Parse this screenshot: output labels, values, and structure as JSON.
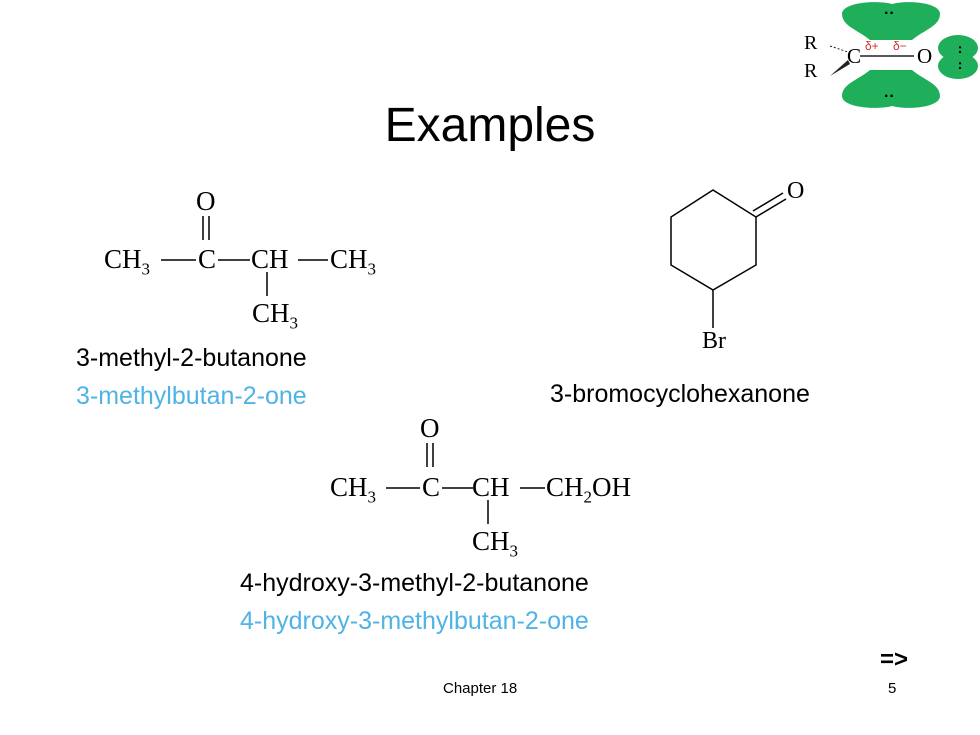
{
  "slide": {
    "title": "Examples",
    "footer_chapter": "Chapter 18",
    "page_number": "5",
    "next_arrow": "=>"
  },
  "carbonyl_icon": {
    "r1": "R",
    "r2": "R",
    "carbon": "C",
    "oxygen": "O",
    "delta_plus": "δ+",
    "delta_minus": "δ−",
    "lone_pair": "··",
    "orbital_color": "#1fae5a",
    "delta_color": "#d0302f"
  },
  "compound1": {
    "o_label": "O",
    "ch3_left": "CH",
    "c_center": "C",
    "ch_label": "CH",
    "ch3_right": "CH",
    "ch3_branch": "CH",
    "subscript_3": "3",
    "common_name": "3-methyl-2-butanone",
    "iupac_name": "3-methylbutan-2-one"
  },
  "compound2": {
    "o_label": "O",
    "br_label": "Br",
    "name": "3-bromocyclohexanone"
  },
  "compound3": {
    "o_label": "O",
    "ch3_left": "CH",
    "c_center": "C",
    "ch_label": "CH",
    "ch2oh_a": "CH",
    "ch2oh_b": "OH",
    "ch3_branch": "CH",
    "subscript_2": "2",
    "subscript_3": "3",
    "common_name": "4-hydroxy-3-methyl-2-butanone",
    "iupac_name": "4-hydroxy-3-methylbutan-2-one"
  }
}
